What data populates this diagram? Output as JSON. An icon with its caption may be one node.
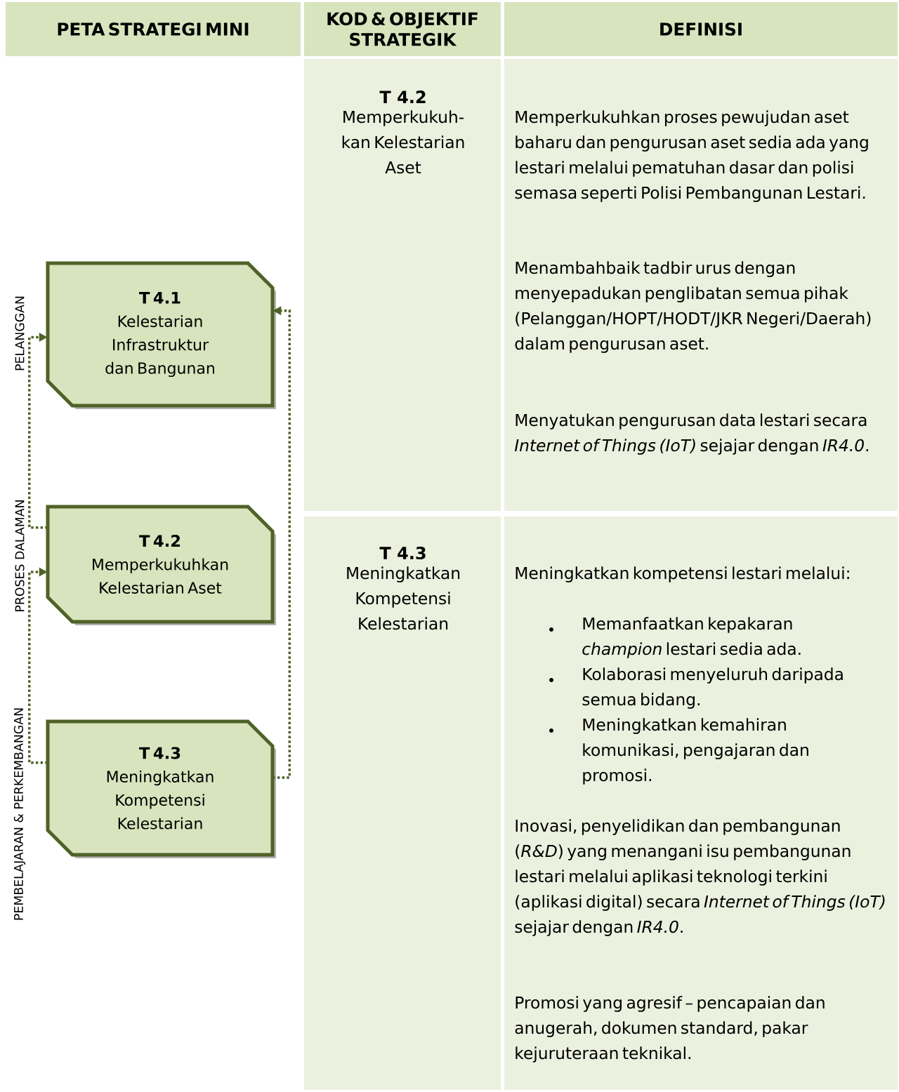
{
  "diagram": {
    "nodes": [
      {
        "text": [
          "T 4.1",
          "Kelestarian Infrastruktur dan Bangunan"
        ]
      },
      {
        "text": [
          "T 4.2",
          "Memperkukuhkan Kelestarian Aset"
        ]
      },
      {
        "text": [
          "T 4.3",
          "Meningkatkan Kompetensi Kelestarian"
        ]
      }
    ],
    "edges": [
      {
        "from": 1,
        "to": 0,
        "arrow": "to"
      },
      {
        "from": 2,
        "to": 1,
        "arrow": "to"
      },
      {
        "from": 2,
        "to": 0,
        "arrow": "to"
      }
    ],
    "labels": [
      "PETA STRATEGI MINI",
      "KOD & OBJEKTIF STRATEGIK",
      "DEFINISI",
      "PELANGGAN",
      "PROSES DALAMAN",
      "PEMBELAJARAN & PERKEMBANGAN",
      "T 4.2",
      "Memperkukuh-kan Kelestarian Aset",
      "Memperkukuhkan proses pewujudan aset baharu dan pengurusan aset sedia ada yang lestari melalui pematuhan dasar dan polisi semasa seperti Polisi Pembangunan Lestari.",
      "Menambahbaik tadbir urus dengan menyepadukan penglibatan semua pihak (Pelanggan/HOPT/HODT/JKR Negeri/Daerah) dalam pengurusan aset.",
      "Menyatukan pengurusan data lestari secara *Internet of Things (IoT)* sejajar dengan *IR4.0*.",
      "T 4.3",
      "Meningkatkan Kompetensi Kelestarian",
      "Meningkatkan kompetensi lestari melalui:",
      "Memanfaatkan kepakaran *champion* lestari sedia ada.",
      "Kolaborasi menyeluruh daripada semua bidang.",
      "Meningkatkan kemahiran komunikasi, pengajaran dan promosi.",
      "Inovasi, penyelidikan dan pembangunan (*R&D*) yang menangani isu pembangunan lestari melalui aplikasi teknologi terkini (aplikasi digital) secara *Internet of Things (IoT)* sejajar dengan *IR4.0*.",
      "Promosi yang agresif – pencapaian dan anugerah, dokumen standard, pakar kejuruteraan teknikal."
    ]
  }
}
